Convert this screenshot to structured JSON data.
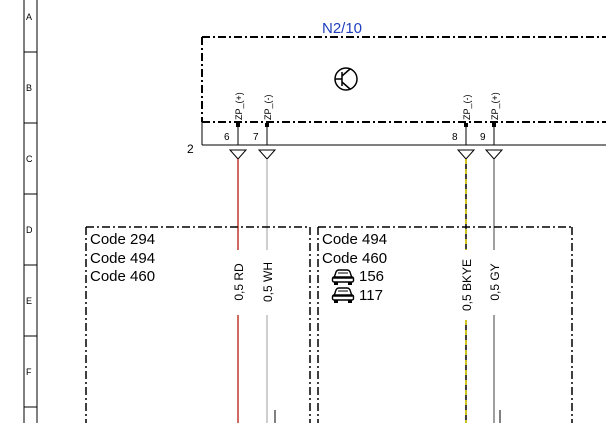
{
  "component": {
    "name": "N2/10",
    "color": "#1f3fbf"
  },
  "row_labels": [
    "A",
    "B",
    "C",
    "D",
    "E",
    "F"
  ],
  "connector_number": "2",
  "pins": [
    {
      "pin": "6",
      "signal": "ZP_(+)"
    },
    {
      "pin": "7",
      "signal": "ZP_(-)"
    },
    {
      "pin": "8",
      "signal": "ZP_(-)"
    },
    {
      "pin": "9",
      "signal": "ZP_(+)"
    }
  ],
  "wires": [
    {
      "label": "0,5 RD",
      "color": "#c0392b"
    },
    {
      "label": "0,5 WH",
      "color": "#bdbdbd"
    },
    {
      "label": "0,5 BKYE",
      "color": "#e8d800"
    },
    {
      "label": "0,5 GY",
      "color": "#808080"
    }
  ],
  "left_box_codes": [
    "Code 294",
    "Code 494",
    "Code 460"
  ],
  "right_box_codes": [
    "Code 494",
    "Code 460"
  ],
  "vehicle_models": [
    "156",
    "117"
  ],
  "icons": [
    "transistor-icon",
    "car-icon"
  ]
}
